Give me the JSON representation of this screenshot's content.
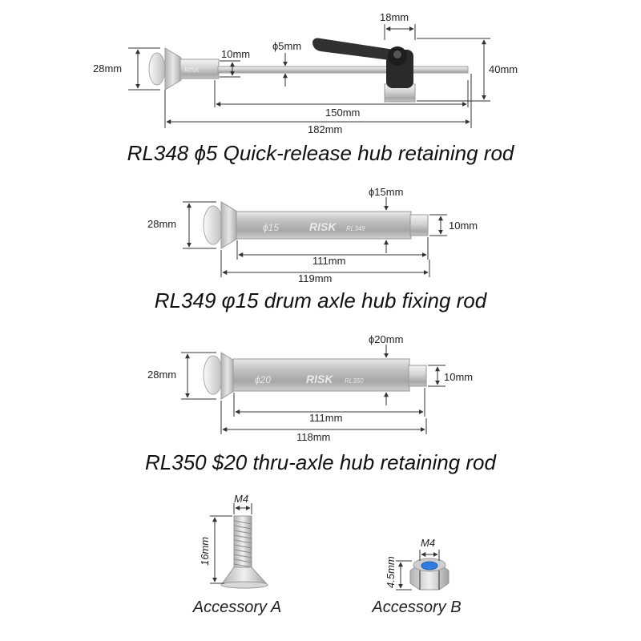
{
  "colors": {
    "metal_light": "#dcdcdc",
    "metal_dark": "#9a9a9a",
    "knob": "#2a2a2a",
    "nut_insert": "#2f7be0",
    "line": "#333333"
  },
  "rod1": {
    "caption": "RL348 ϕ5 Quick-release hub retaining rod",
    "etch": "RISK",
    "dims": {
      "head_height": "28mm",
      "stub_dia": "10mm",
      "shaft_dia": "ϕ5mm",
      "clamp_width": "18mm",
      "clamp_height": "40mm",
      "inner_length": "150mm",
      "total_length": "182mm"
    }
  },
  "rod2": {
    "caption": "RL349 φ15 drum axle hub fixing rod",
    "etch_dia": "ϕ15",
    "etch_brand": "RISK",
    "etch_model": "RL349",
    "dims": {
      "head_height": "28mm",
      "body_dia": "ϕ15mm",
      "stub_dia": "10mm",
      "inner_length": "111mm",
      "total_length": "119mm"
    }
  },
  "rod3": {
    "caption": "RL350 $20 thru-axle hub retaining rod",
    "etch_dia": "ϕ20",
    "etch_brand": "RISK",
    "etch_model": "RL350",
    "dims": {
      "head_height": "28mm",
      "body_dia": "ϕ20mm",
      "stub_dia": "10mm",
      "inner_length": "111mm",
      "total_length": "118mm"
    }
  },
  "accessory_a": {
    "label": "Accessory A",
    "thread": "M4",
    "length": "16mm"
  },
  "accessory_b": {
    "label": "Accessory B",
    "thread": "M4",
    "height": "4.5mm"
  }
}
